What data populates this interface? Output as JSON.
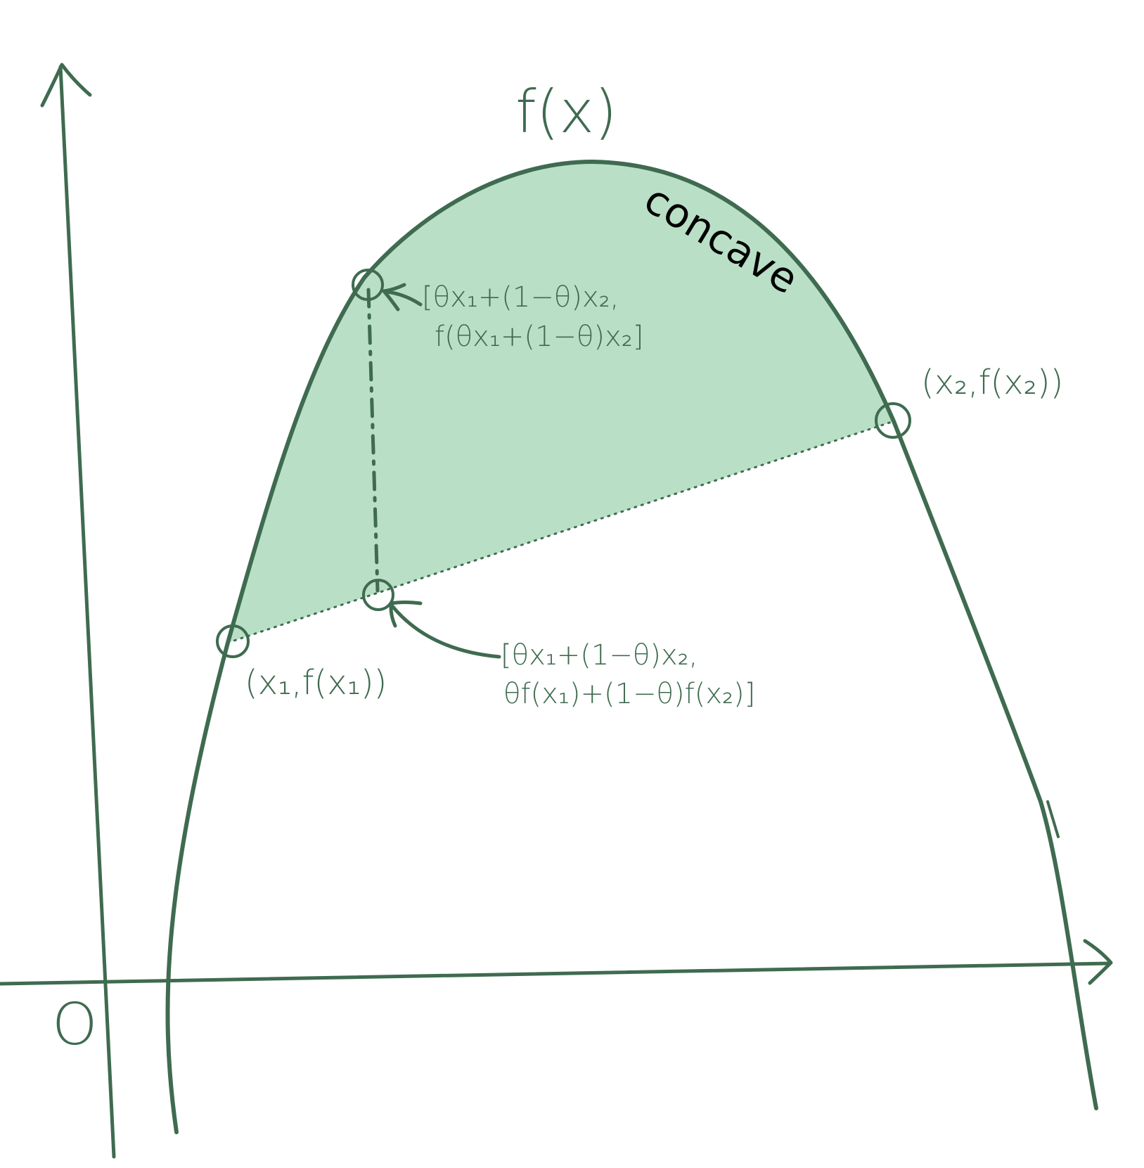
{
  "colors": {
    "ink": "#3f6b50",
    "fill": "#badfc7",
    "label": "#000000",
    "background": "#ffffff"
  },
  "labels": {
    "function": "f(x)",
    "concave": "concave",
    "origin": "O",
    "point1": "(x₁,f(x₁))",
    "point2": "(x₂,f(x₂))",
    "curve_point_line1": "[θx₁+(1−θ)x₂,",
    "curve_point_line2": "f(θx₁+(1−θ)x₂]",
    "chord_point_line1": "[θx₁+(1−θ)x₂,",
    "chord_point_line2": "θf(x₁)+(1−θ)f(x₂)]"
  },
  "icons": {
    "x_axis": "arrow-right-icon",
    "y_axis": "arrow-up-icon",
    "markers": "circle-marker-icon"
  }
}
